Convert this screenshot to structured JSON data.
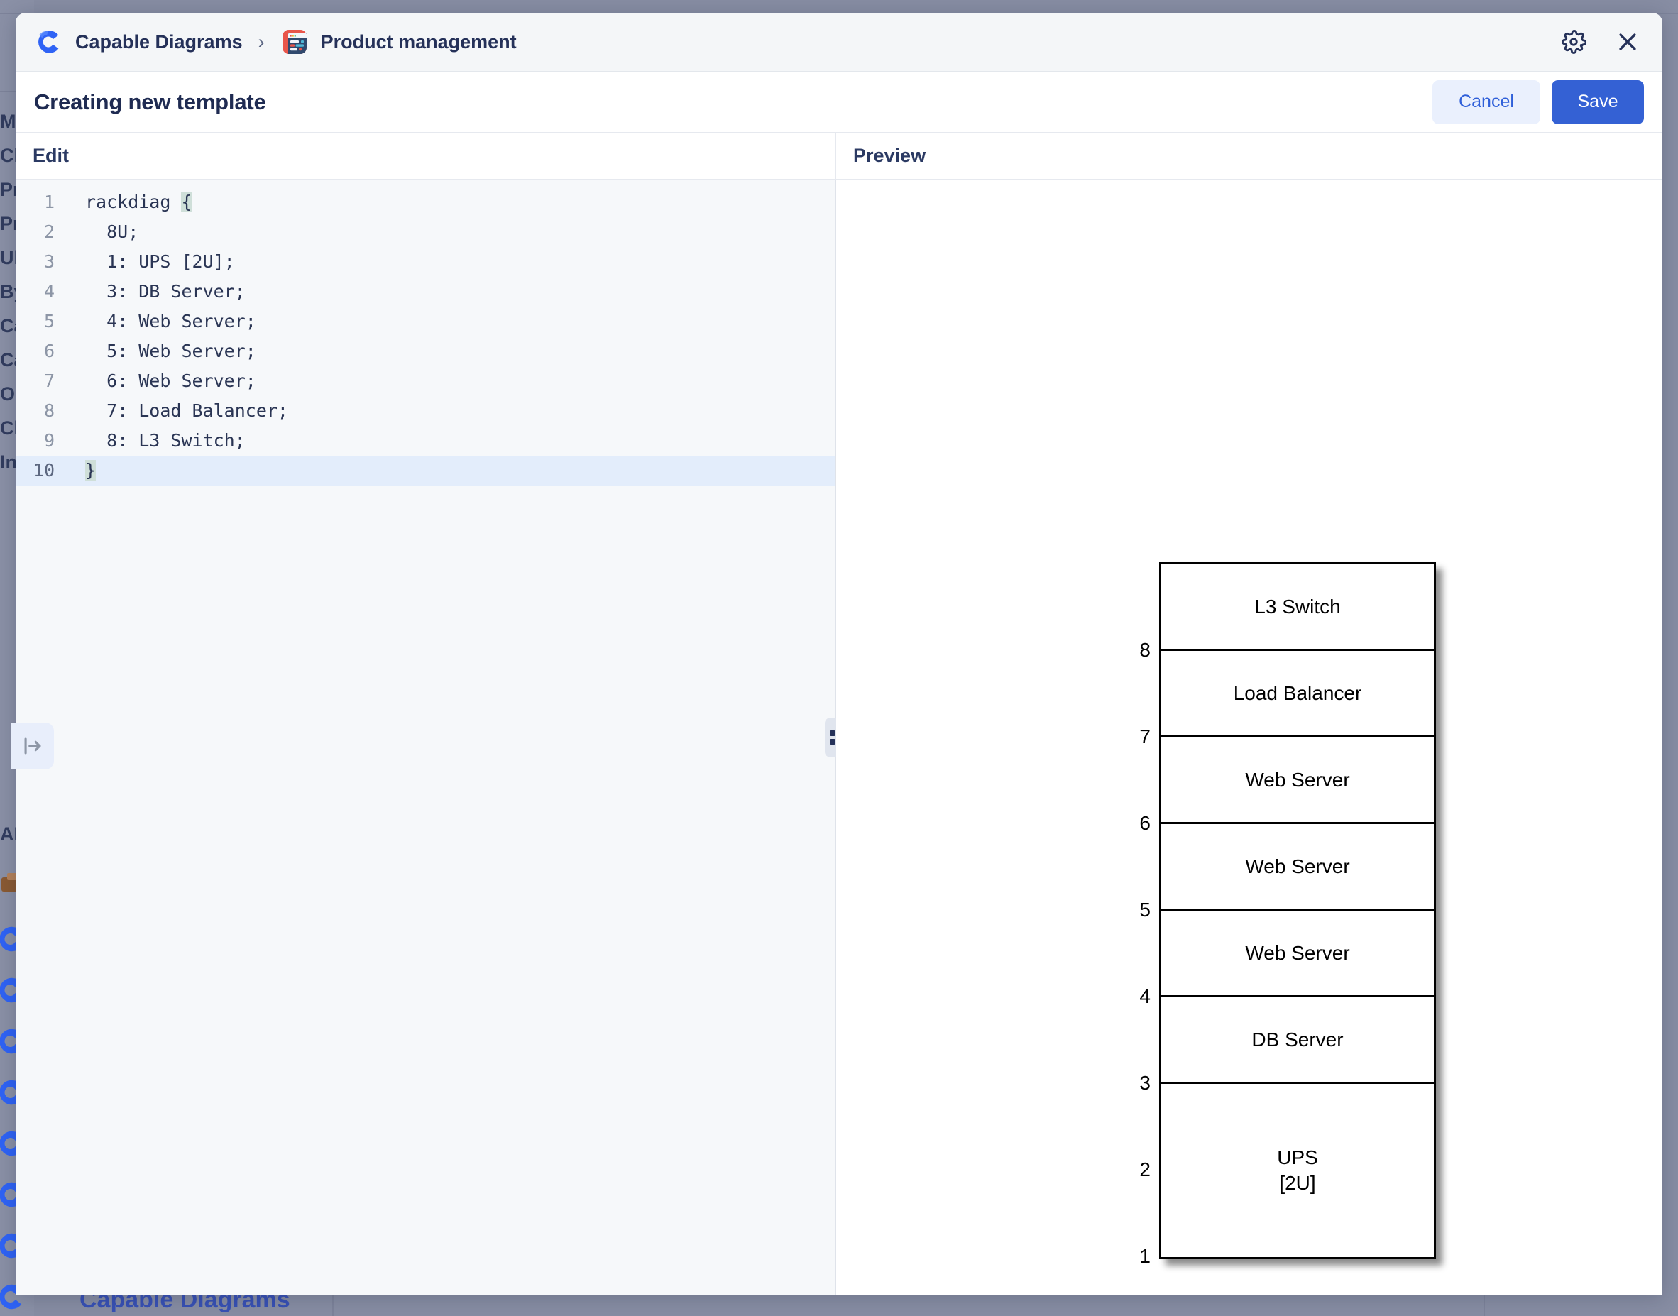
{
  "window": {
    "breadcrumb": {
      "app_name": "Capable Diagrams",
      "separator": "›",
      "doc_name": "Product management",
      "logo_icon": "capable-diagrams-logo",
      "doc_icon": "product-management-board-icon"
    },
    "actions": {
      "settings_icon": "gear-icon",
      "close_icon": "close-icon"
    }
  },
  "modal": {
    "title": "Creating new template",
    "cancel_label": "Cancel",
    "save_label": "Save"
  },
  "panes": {
    "edit_label": "Edit",
    "preview_label": "Preview"
  },
  "editor": {
    "language": "rackdiag",
    "active_line": 10,
    "lines": [
      {
        "n": "1",
        "text": "rackdiag {"
      },
      {
        "n": "2",
        "text": "  8U;"
      },
      {
        "n": "3",
        "text": "  1: UPS [2U];"
      },
      {
        "n": "4",
        "text": "  3: DB Server;"
      },
      {
        "n": "5",
        "text": "  4: Web Server;"
      },
      {
        "n": "6",
        "text": "  5: Web Server;"
      },
      {
        "n": "7",
        "text": "  6: Web Server;"
      },
      {
        "n": "8",
        "text": "  7: Load Balancer;"
      },
      {
        "n": "9",
        "text": "  8: L3 Switch;"
      },
      {
        "n": "10",
        "text": "}"
      }
    ]
  },
  "chart_data": {
    "type": "diagram",
    "diagram_kind": "rackdiag",
    "title": "",
    "rack_height_units": 8,
    "unit_labels": [
      "1",
      "2",
      "3",
      "4",
      "5",
      "6",
      "7",
      "8"
    ],
    "units": [
      {
        "position": 8,
        "height_u": 1,
        "label": "L3 Switch"
      },
      {
        "position": 7,
        "height_u": 1,
        "label": "Load Balancer"
      },
      {
        "position": 6,
        "height_u": 1,
        "label": "Web Server"
      },
      {
        "position": 5,
        "height_u": 1,
        "label": "Web Server"
      },
      {
        "position": 4,
        "height_u": 1,
        "label": "Web Server"
      },
      {
        "position": 3,
        "height_u": 1,
        "label": "DB Server"
      },
      {
        "position": 1,
        "height_u": 2,
        "label": "UPS\n[2U]"
      }
    ]
  },
  "splitter": {
    "handle_icon": "grip-dots-icon"
  },
  "panel_toggle": {
    "icon": "expand-panel-icon"
  },
  "background": {
    "side_labels": [
      "M",
      "Cl",
      "Pr",
      "Pr",
      "Ul",
      "By",
      "Ca",
      "Ca",
      "Ol",
      "Cl",
      "In"
    ],
    "footer_title": "Capable Diagrams",
    "api_label": "AP"
  },
  "colors": {
    "accent_blue": "#3461d4",
    "cancel_bg": "#eaf0fd",
    "brand_blue": "#2f63f5",
    "text_dark": "#253159",
    "editor_bg": "#f6f8fa",
    "active_line": "#e3edfb"
  }
}
